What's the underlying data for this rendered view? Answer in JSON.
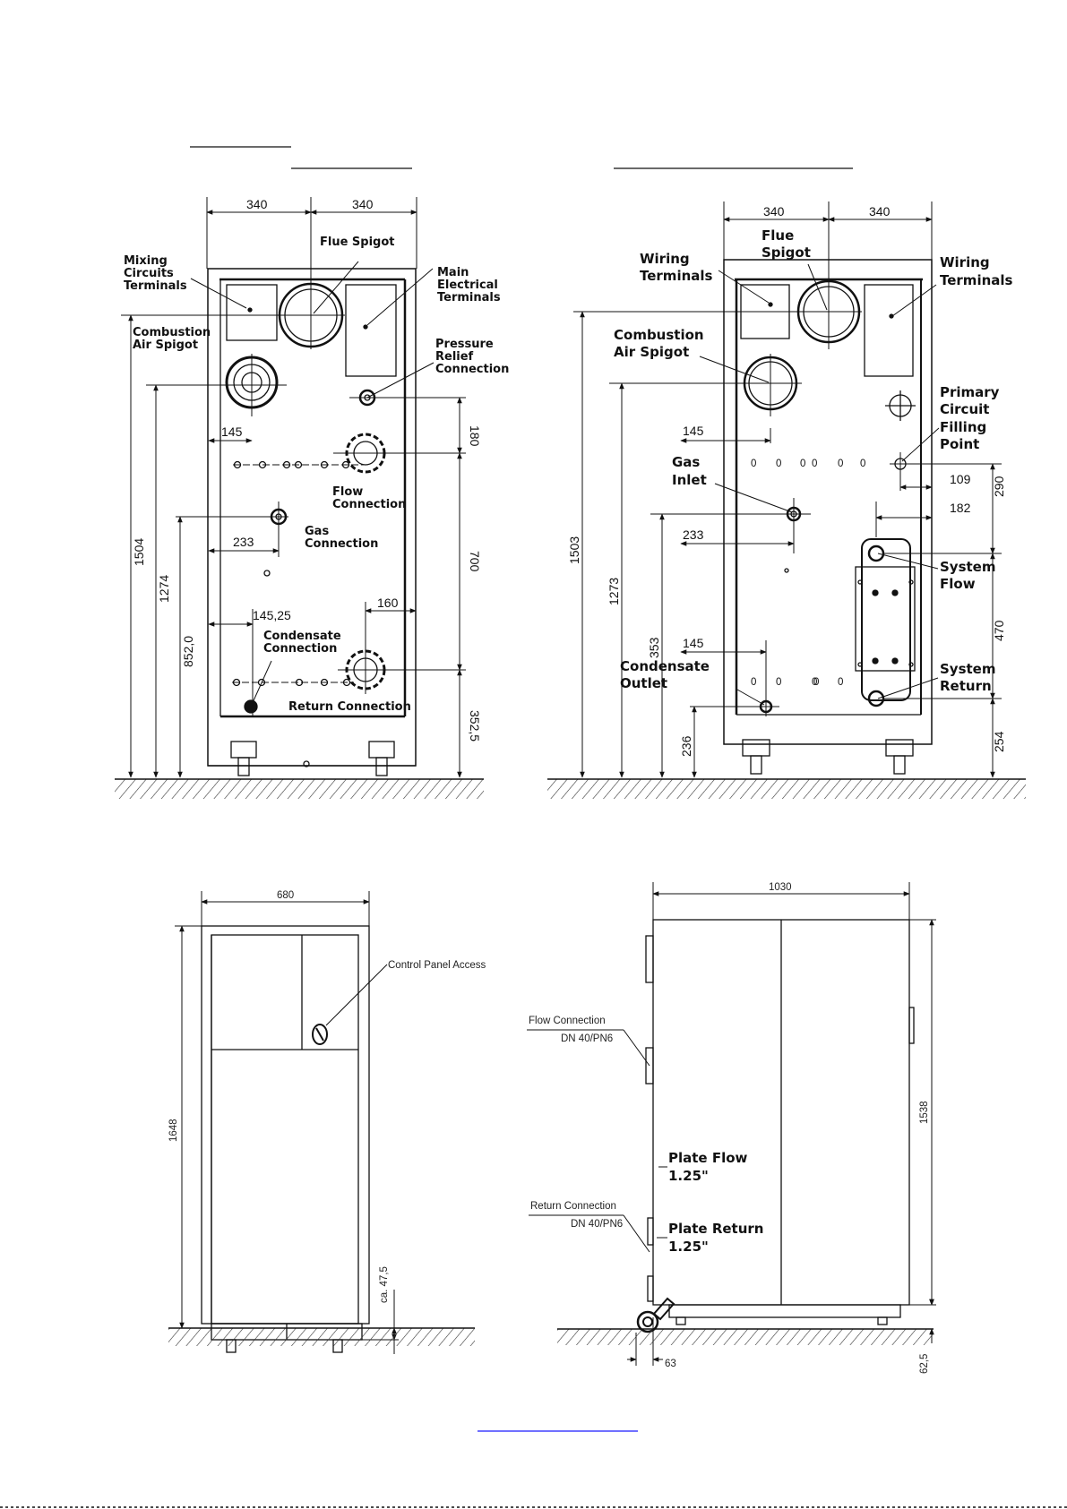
{
  "front_left": {
    "dims": {
      "w1": "340",
      "w2": "340",
      "d145": "145",
      "d233": "233",
      "d145_25": "145,25",
      "d160": "160",
      "d180": "180",
      "d700": "700",
      "d352_5": "352,5",
      "h1504": "1504",
      "h1274": "1274",
      "h852": "852,0"
    },
    "labels": {
      "flue_spigot": "Flue Spigot",
      "mixing": [
        "Mixing",
        "Circuits",
        "Terminals"
      ],
      "main_electrical": [
        "Main",
        "Electrical",
        "Terminals"
      ],
      "combustion": [
        "Combustion",
        "Air Spigot"
      ],
      "pressure_relief": [
        "Pressure",
        "Relief",
        "Connection"
      ],
      "flow_connection": [
        "Flow",
        "Connection"
      ],
      "gas_connection": [
        "Gas",
        "Connection"
      ],
      "condensate_connection": [
        "Condensate",
        "Connection"
      ],
      "return_connection": "Return Connection"
    }
  },
  "front_right": {
    "dims": {
      "w1": "340",
      "w2": "340",
      "d145a": "145",
      "d233": "233",
      "d145b": "145",
      "d109": "109",
      "d182": "182",
      "d290": "290",
      "d470": "470",
      "d254": "254",
      "h1503": "1503",
      "h1273": "1273",
      "h353": "353",
      "h236": "236"
    },
    "labels": {
      "wiring_left": [
        "Wiring",
        "Terminals"
      ],
      "flue_spigot": [
        "Flue",
        "Spigot"
      ],
      "wiring_right": [
        "Wiring",
        "Terminals"
      ],
      "combustion": [
        "Combustion",
        "Air Spigot"
      ],
      "primary_circuit": [
        "Primary",
        "Circuit",
        "Filling",
        "Point"
      ],
      "gas_inlet": [
        "Gas",
        "Inlet"
      ],
      "system_flow": [
        "System",
        "Flow"
      ],
      "condensate_outlet": [
        "Condensate",
        "Outlet"
      ],
      "system_return": [
        "System",
        "Return"
      ],
      "front_dots_row1": [
        "0",
        "0",
        "0",
        "0",
        "0",
        "0"
      ],
      "front_dots_row2": [
        "0",
        "0",
        "0",
        "0",
        "0"
      ]
    }
  },
  "front_view": {
    "dims": {
      "width": "680",
      "height": "1648",
      "feet": "ca. 47,5"
    },
    "labels": {
      "control_panel": "Control Panel Access"
    }
  },
  "side_view": {
    "dims": {
      "depth": "1030",
      "height": "1538",
      "d63": "63",
      "d62_5": "62,5"
    },
    "labels": {
      "flow_connection": "Flow Connection",
      "flow_dn": "DN 40/PN6",
      "return_connection": "Return Connection",
      "return_dn": "DN 40/PN6",
      "plate_flow": [
        "Plate Flow",
        "1.25\""
      ],
      "plate_return": [
        "Plate Return",
        "1.25\""
      ]
    }
  },
  "colors": {
    "ink": "#111111",
    "hatch": "#333333"
  }
}
